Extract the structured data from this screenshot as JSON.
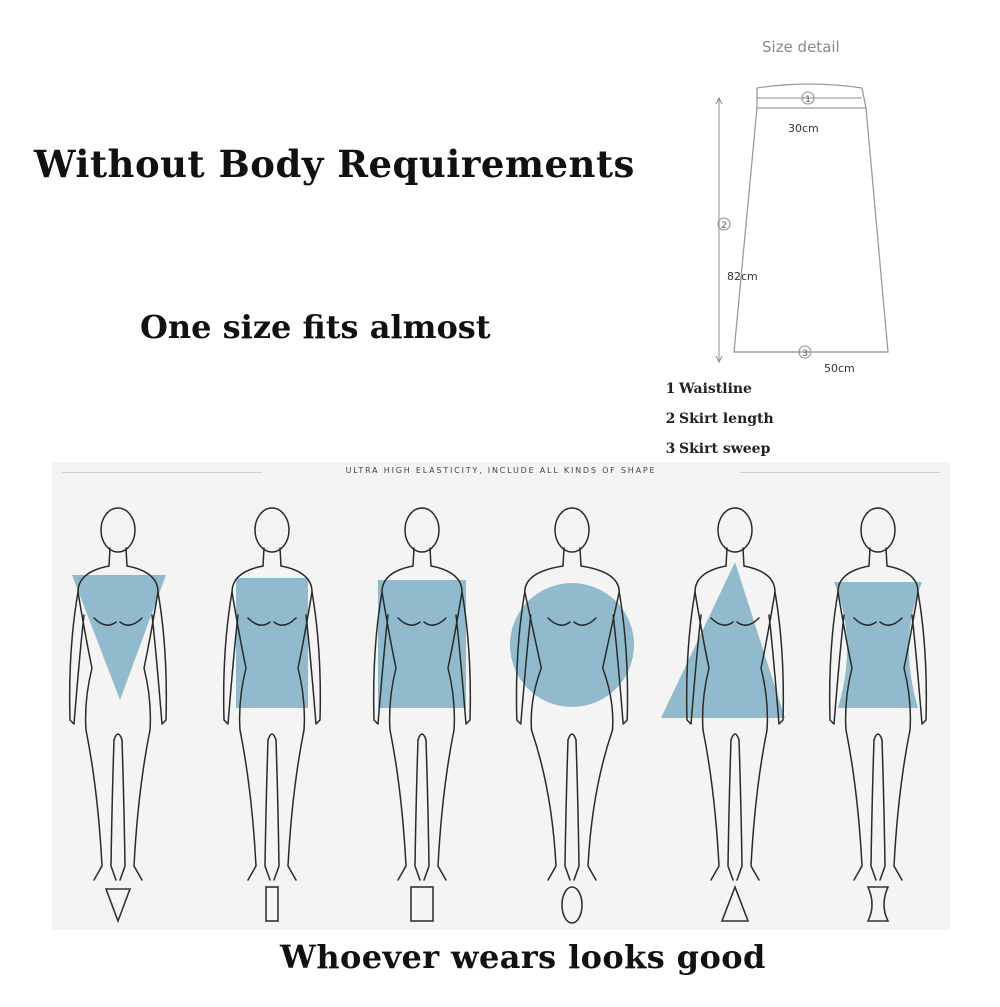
{
  "headline": "Without Body Requirements",
  "subheadline": "One size fits almost",
  "tagline": "Whoever wears looks good",
  "size_detail": {
    "title": "Size detail",
    "waist_value": "30cm",
    "length_value": "82cm",
    "sweep_value": "50cm",
    "legend": [
      {
        "num": "1",
        "label": "Waistline"
      },
      {
        "num": "2",
        "label": "Skirt length"
      },
      {
        "num": "3",
        "label": "Skirt sweep"
      }
    ]
  },
  "banner": "ULTRA HIGH ELASTICITY,  INCLUDE ALL KINDS OF SHAPE",
  "body_types": [
    {
      "shape": "inverted-triangle"
    },
    {
      "shape": "rectangle"
    },
    {
      "shape": "square"
    },
    {
      "shape": "oval"
    },
    {
      "shape": "triangle"
    },
    {
      "shape": "hourglass"
    }
  ],
  "colors": {
    "shape_fill": "#7fb0c4",
    "line": "#2a2a2a",
    "panel_bg": "#f4f4f4"
  }
}
